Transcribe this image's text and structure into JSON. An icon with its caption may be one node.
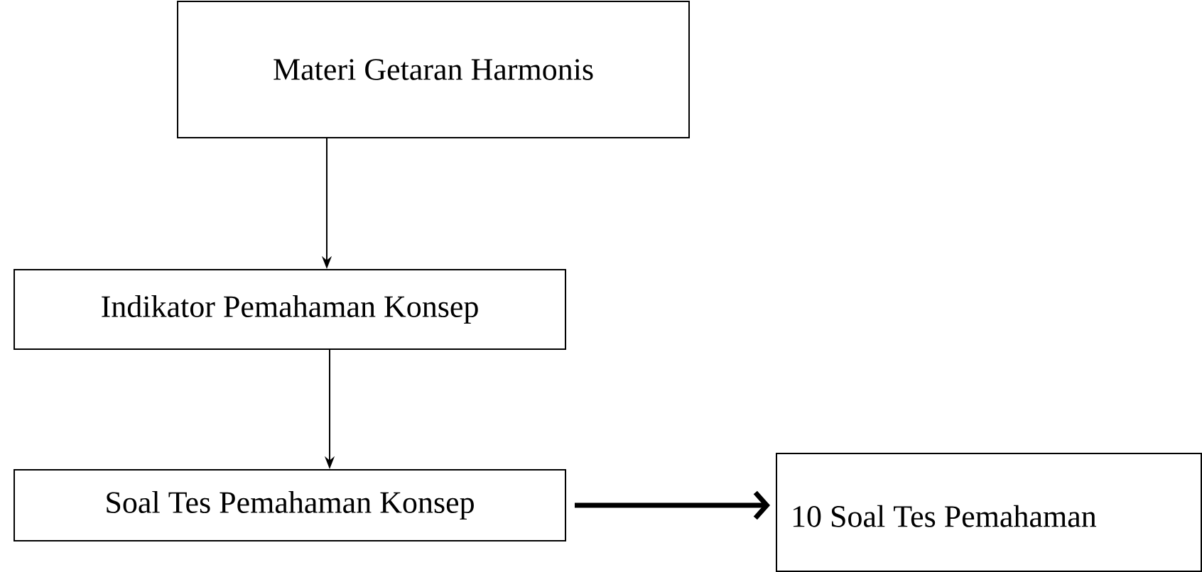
{
  "diagram": {
    "nodes": [
      {
        "text": [
          "Materi Getaran Harmonis"
        ]
      },
      {
        "text": [
          "Indikator Pemahaman Konsep"
        ]
      },
      {
        "text": [
          "Soal Tes Pemahaman Konsep"
        ]
      },
      {
        "text": [
          "10 Soal Tes Pemahaman"
        ]
      }
    ],
    "edges": [
      {
        "from": 0,
        "to": 1,
        "arrow": "to"
      },
      {
        "from": 1,
        "to": 2,
        "arrow": "to"
      },
      {
        "from": 2,
        "to": 3,
        "arrow": "to",
        "style": "thick"
      }
    ]
  }
}
